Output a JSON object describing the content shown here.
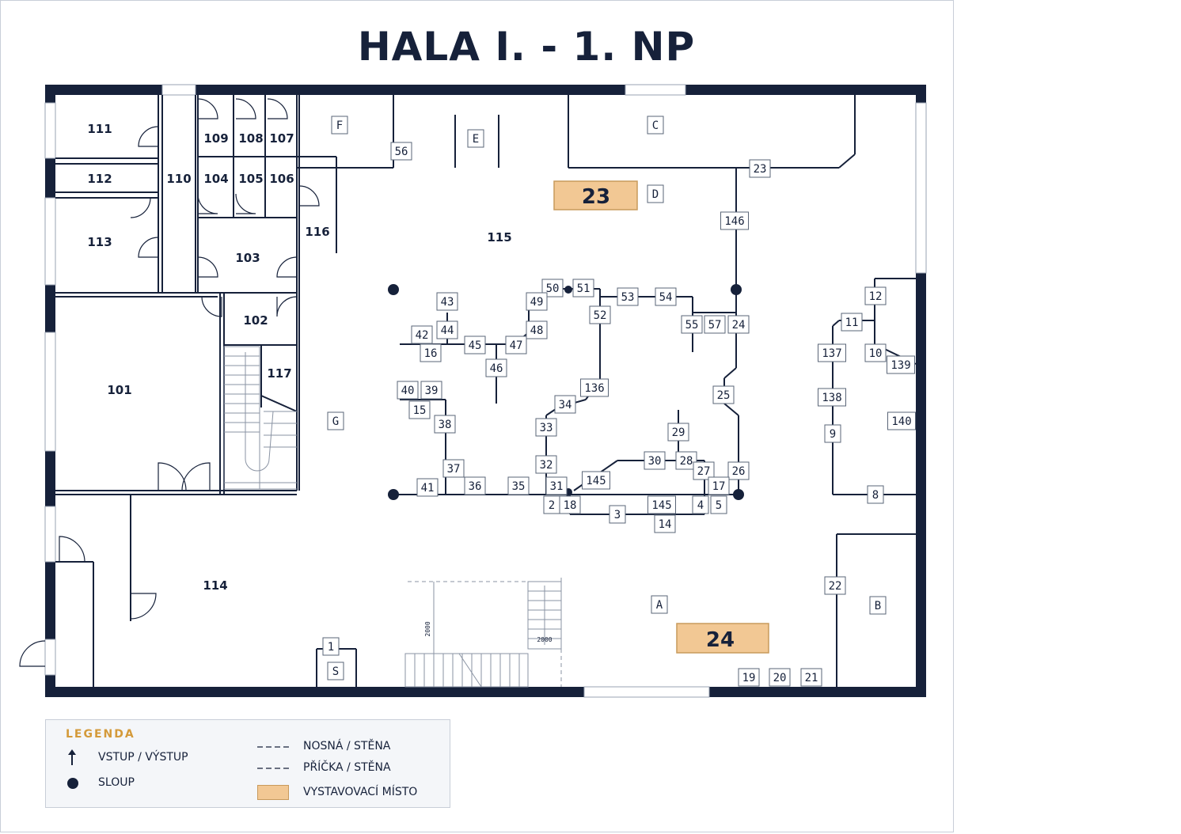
{
  "title": "HALA I. - 1. NP",
  "rooms": [
    {
      "id": "111",
      "label": "111"
    },
    {
      "id": "112",
      "label": "112"
    },
    {
      "id": "113",
      "label": "113"
    },
    {
      "id": "110",
      "label": "110"
    },
    {
      "id": "109",
      "label": "109"
    },
    {
      "id": "108",
      "label": "108"
    },
    {
      "id": "107",
      "label": "107"
    },
    {
      "id": "104",
      "label": "104"
    },
    {
      "id": "105",
      "label": "105"
    },
    {
      "id": "106",
      "label": "106"
    },
    {
      "id": "103",
      "label": "103"
    },
    {
      "id": "116",
      "label": "116"
    },
    {
      "id": "115",
      "label": "115"
    },
    {
      "id": "102",
      "label": "102"
    },
    {
      "id": "117",
      "label": "117"
    },
    {
      "id": "101",
      "label": "101"
    },
    {
      "id": "114",
      "label": "114"
    }
  ],
  "letter_tags": [
    "F",
    "E",
    "C",
    "D",
    "G",
    "A",
    "B",
    "S"
  ],
  "number_tags": [
    "56",
    "23",
    "146",
    "50",
    "51",
    "53",
    "54",
    "43",
    "49",
    "52",
    "55",
    "57",
    "24",
    "42",
    "44",
    "45",
    "47",
    "48",
    "16",
    "46",
    "12",
    "11",
    "137",
    "10",
    "139",
    "136",
    "40",
    "39",
    "15",
    "34",
    "25",
    "138",
    "38",
    "33",
    "140",
    "29",
    "9",
    "30",
    "28",
    "27",
    "26",
    "37",
    "36",
    "35",
    "32",
    "31",
    "145",
    "17",
    "41",
    "2",
    "18",
    "3",
    "145",
    "4",
    "5",
    "14",
    "8",
    "22",
    "1",
    "19",
    "20",
    "21"
  ],
  "exhibition_spots": [
    {
      "label": "23"
    },
    {
      "label": "24"
    }
  ],
  "stair_dims": [
    "2000",
    "2000"
  ],
  "legend": {
    "title": "LEGENDA",
    "items": [
      {
        "symbol": "arrow-up-icon",
        "label": "VSTUP / VÝSTUP"
      },
      {
        "symbol": "column-dot-icon",
        "label": "SLOUP"
      },
      {
        "symbol": "dashed-line",
        "label": "NOSNÁ / STĚNA"
      },
      {
        "symbol": "dashed-line",
        "label": "PŘÍČKA / STĚNA"
      },
      {
        "symbol": "orange-box",
        "label": "VYSTAVOVACÍ MÍSTO"
      }
    ]
  },
  "colors": {
    "wall": "#16213a",
    "exhibition": "#f2c894",
    "legend_title": "#d49a3a"
  }
}
